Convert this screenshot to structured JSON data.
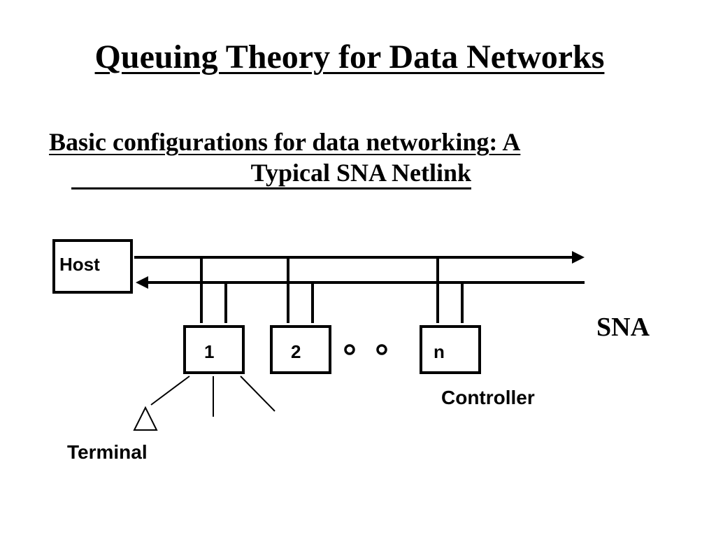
{
  "slide": {
    "title": "Queuing Theory for Data Networks",
    "subtitle_line1": "Basic configurations for data networking: A",
    "subtitle_line2": "Typical SNA Netlink"
  },
  "diagram": {
    "host_label": "Host",
    "network_label": "SNA",
    "controllers": [
      "1",
      "2",
      "n"
    ],
    "controller_label": "Controller",
    "terminal_label": "Terminal"
  }
}
